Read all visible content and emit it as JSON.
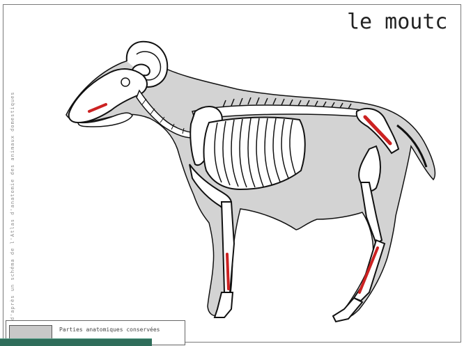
{
  "title": "le moutc",
  "side_credit": "d'après un schéma de l'Atlas d'anatomie des animaux domestiques",
  "legend": {
    "label": "Parties anatomiques conservées"
  },
  "colors": {
    "body_fill": "#d3d3d3",
    "bone_fill": "#ffffff",
    "outline": "#111111",
    "highlight": "#cc2222",
    "legend_swatch": "#c8c8c8",
    "taskbar": "#2f6d5a"
  },
  "icons": {
    "diagram": "sheep-skeleton-icon"
  }
}
